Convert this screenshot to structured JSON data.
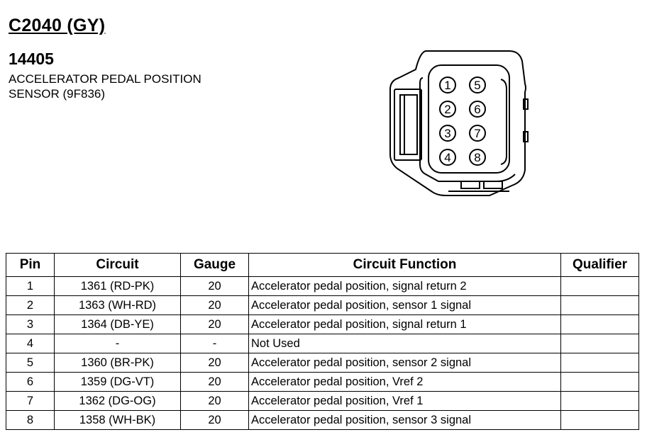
{
  "header": {
    "connector_id": "C2040 (GY)",
    "part_number": "14405",
    "description_line1": "ACCELERATOR PEDAL POSITION",
    "description_line2": "SENSOR (9F836)"
  },
  "connector": {
    "pins": [
      "1",
      "2",
      "3",
      "4",
      "5",
      "6",
      "7",
      "8"
    ]
  },
  "table": {
    "headers": [
      "Pin",
      "Circuit",
      "Gauge",
      "Circuit Function",
      "Qualifier"
    ],
    "rows": [
      {
        "pin": "1",
        "circuit": "1361 (RD-PK)",
        "gauge": "20",
        "function": "Accelerator pedal position, signal return 2",
        "qualifier": ""
      },
      {
        "pin": "2",
        "circuit": "1363 (WH-RD)",
        "gauge": "20",
        "function": "Accelerator pedal position, sensor 1 signal",
        "qualifier": ""
      },
      {
        "pin": "3",
        "circuit": "1364 (DB-YE)",
        "gauge": "20",
        "function": "Accelerator pedal position, signal return 1",
        "qualifier": ""
      },
      {
        "pin": "4",
        "circuit": "-",
        "gauge": "-",
        "function": "Not Used",
        "qualifier": ""
      },
      {
        "pin": "5",
        "circuit": "1360 (BR-PK)",
        "gauge": "20",
        "function": "Accelerator pedal position, sensor 2 signal",
        "qualifier": ""
      },
      {
        "pin": "6",
        "circuit": "1359 (DG-VT)",
        "gauge": "20",
        "function": "Accelerator pedal position, Vref 2",
        "qualifier": ""
      },
      {
        "pin": "7",
        "circuit": "1362 (DG-OG)",
        "gauge": "20",
        "function": "Accelerator pedal position, Vref 1",
        "qualifier": ""
      },
      {
        "pin": "8",
        "circuit": "1358 (WH-BK)",
        "gauge": "20",
        "function": "Accelerator pedal position, sensor 3 signal",
        "qualifier": ""
      }
    ]
  }
}
